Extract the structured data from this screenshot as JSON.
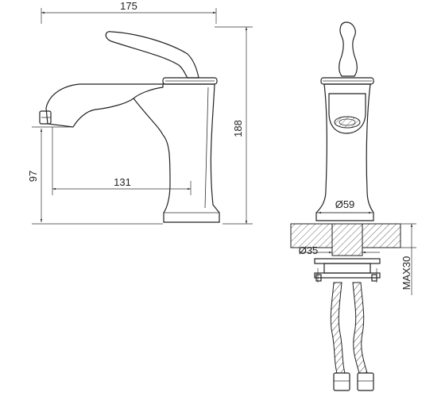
{
  "dimensions": {
    "overall_width": "175",
    "overall_height": "188",
    "spout_height": "97",
    "spout_reach": "131",
    "base_diameter": "Ø59",
    "shank_diameter": "Ø35",
    "max_counter_thickness": "MAX30"
  }
}
